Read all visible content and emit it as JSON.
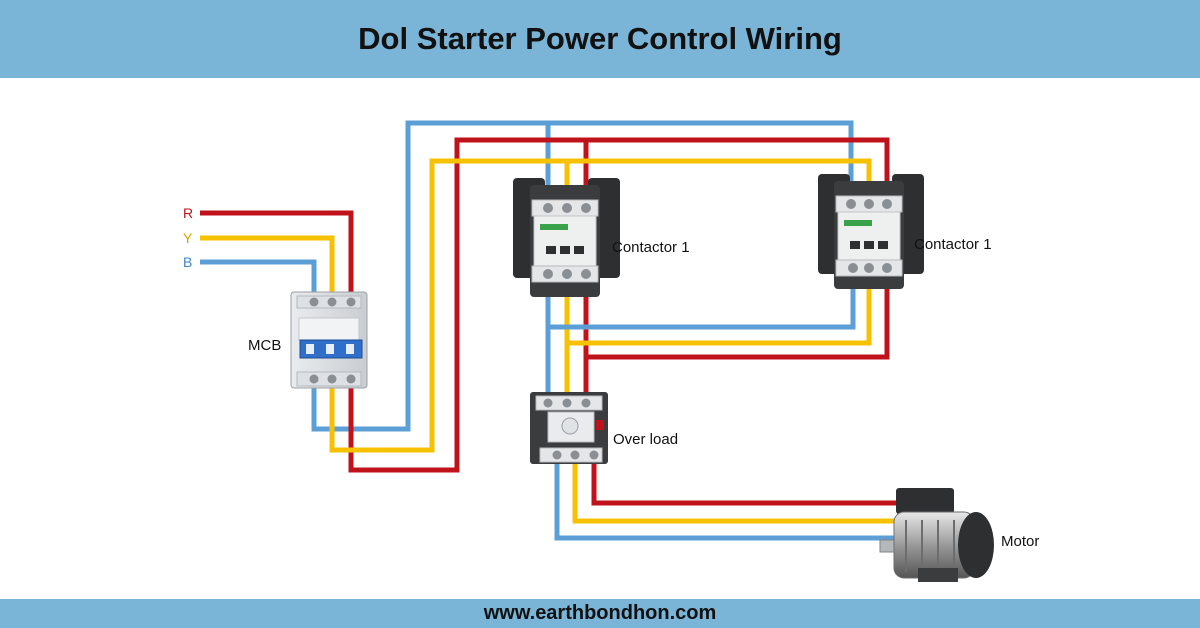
{
  "title": "Dol Starter Power Control Wiring",
  "footer": "www.earthbondhon.com",
  "colors": {
    "header_bg": "#7ab4d6",
    "red_wire": "#c0121b",
    "yellow_wire": "#f6c100",
    "blue_wire": "#5b9fd6"
  },
  "phases": {
    "r": "R",
    "y": "Y",
    "b": "B"
  },
  "labels": {
    "mcb": "MCB",
    "contactor_left": "Contactor 1",
    "contactor_right": "Contactor 1",
    "overload": "Over load",
    "motor": "Motor"
  }
}
